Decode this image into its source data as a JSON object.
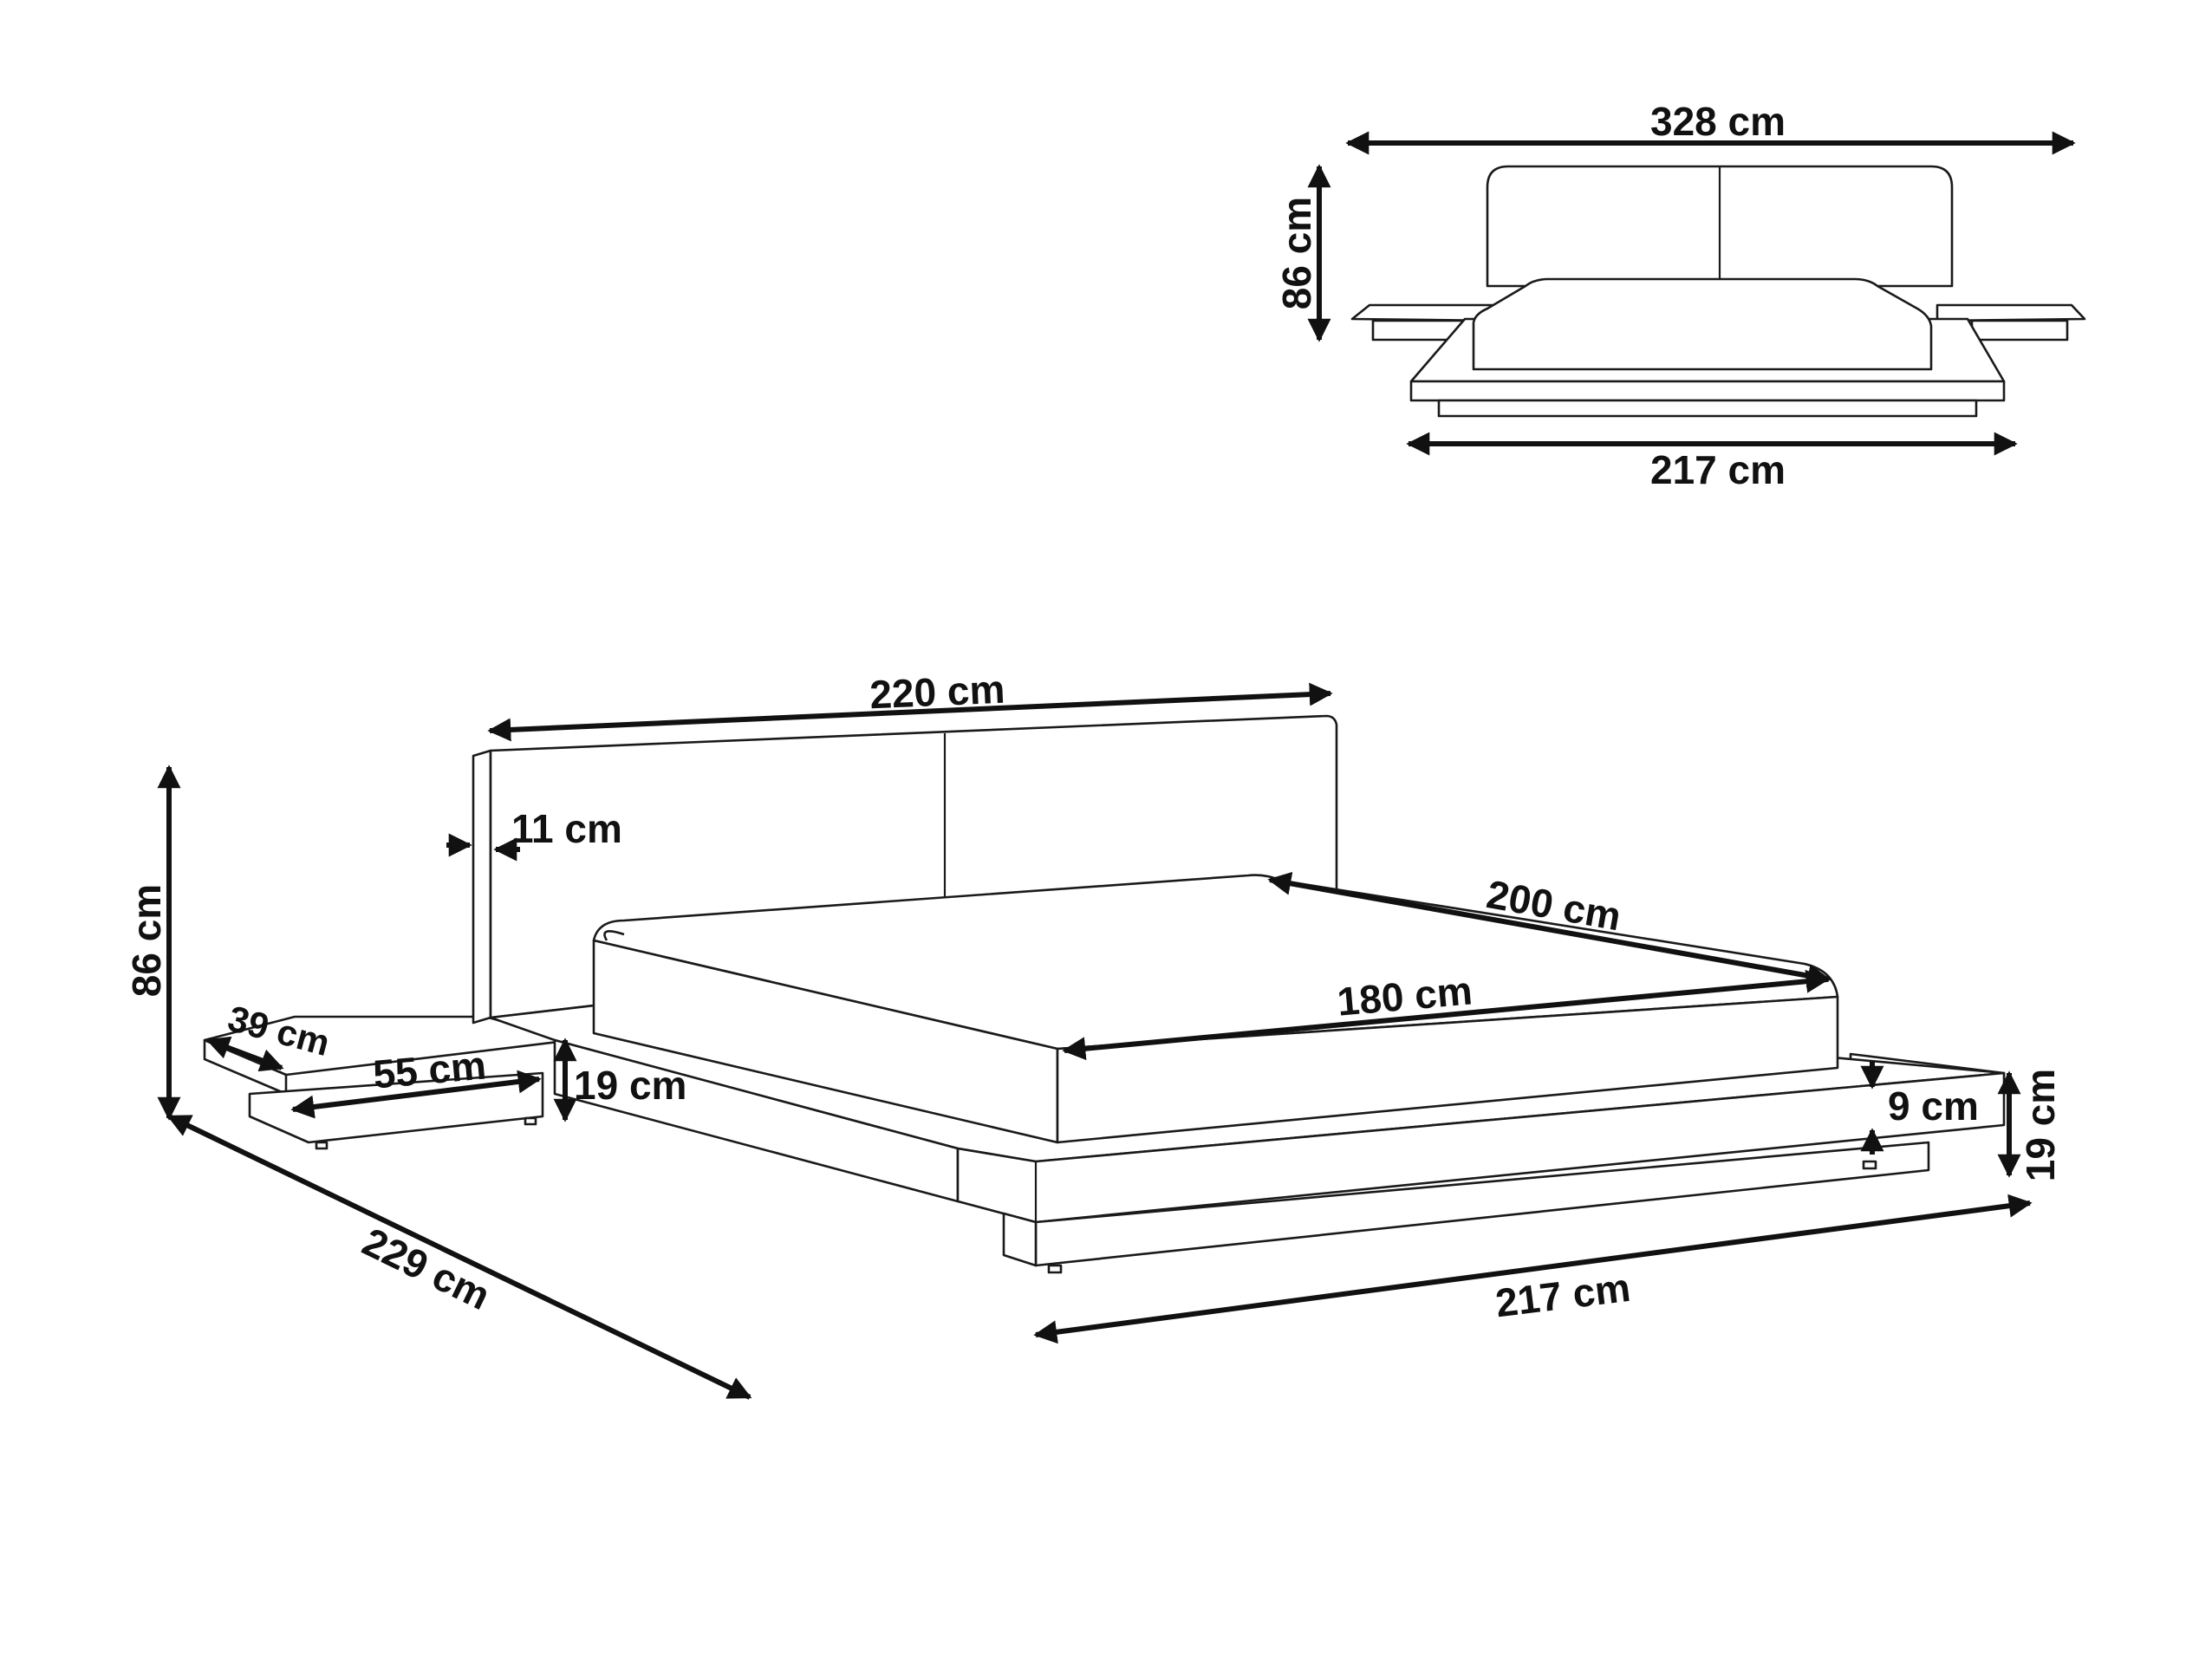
{
  "colors": {
    "line": "#1a1a1a",
    "text": "#111111",
    "background": "#ffffff"
  },
  "front_view": {
    "total_width": "328 cm",
    "height": "86 cm",
    "base_width": "217 cm"
  },
  "perspective_view": {
    "headboard_width": "220 cm",
    "headboard_thickness": "11 cm",
    "mattress_length": "200 cm",
    "mattress_width": "180 cm",
    "height": "86 cm",
    "nightstand_depth": "39 cm",
    "nightstand_width": "55 cm",
    "nightstand_height": "19 cm",
    "frame_length": "229 cm",
    "frame_width": "217 cm",
    "platform_thickness": "9 cm",
    "frame_height": "19 cm"
  }
}
